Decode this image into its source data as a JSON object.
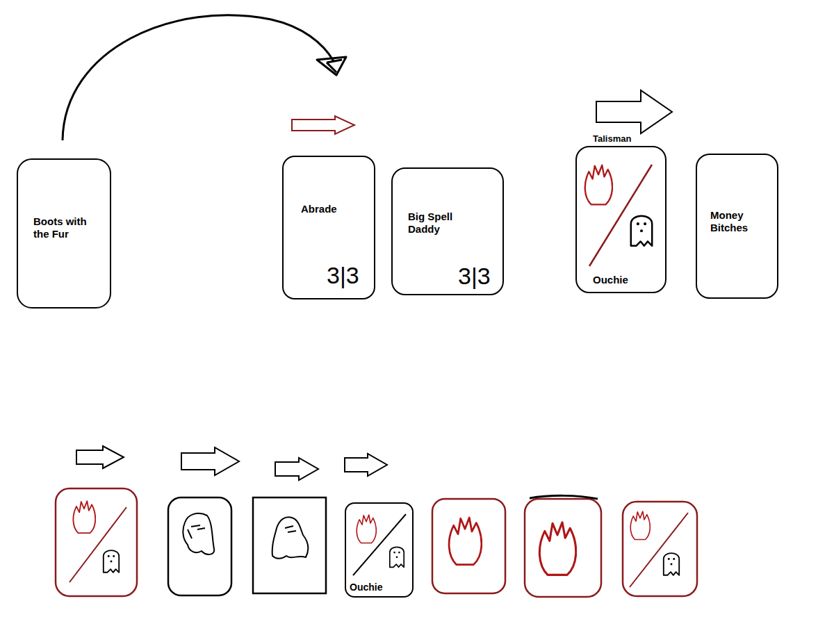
{
  "diagram": {
    "nodes": [
      {
        "text": [
          "Boots with the Fur"
        ]
      },
      {
        "text": [
          "Abrade",
          "3|3"
        ]
      },
      {
        "text": [
          "Big Spell Daddy",
          "3|3"
        ]
      },
      {
        "text": [
          "Talisman",
          "Ouchie"
        ]
      },
      {
        "text": [
          "Money Bitches"
        ]
      },
      {
        "text": [
          "Ouchie"
        ]
      }
    ]
  }
}
